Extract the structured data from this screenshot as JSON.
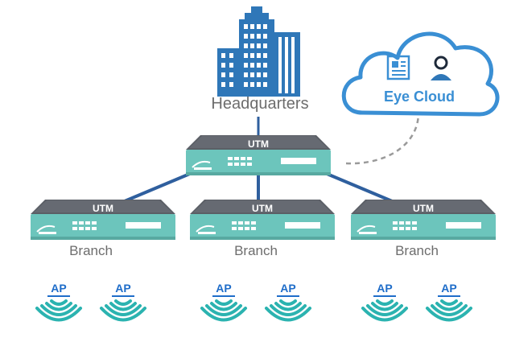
{
  "headquarters": {
    "label": "Headquarters",
    "utm_label": "UTM"
  },
  "cloud": {
    "label": "Eye Cloud",
    "icons": [
      "newspaper-icon",
      "user-icon"
    ]
  },
  "branches": [
    {
      "label": "Branch",
      "utm_label": "UTM",
      "aps": [
        "AP",
        "AP"
      ]
    },
    {
      "label": "Branch",
      "utm_label": "UTM",
      "aps": [
        "AP",
        "AP"
      ]
    },
    {
      "label": "Branch",
      "utm_label": "UTM",
      "aps": [
        "AP",
        "AP"
      ]
    }
  ],
  "colors": {
    "device_top": "#5b5f66",
    "device_front": "#6cc5bc",
    "link_line": "#2f5f9e",
    "cloud_outline": "#3a8fd4",
    "ap_blue": "#1f6dc9",
    "wifi_teal": "#2bb3b0",
    "building_blue": "#2f77b8",
    "dashed_line": "#9a9a9a"
  }
}
